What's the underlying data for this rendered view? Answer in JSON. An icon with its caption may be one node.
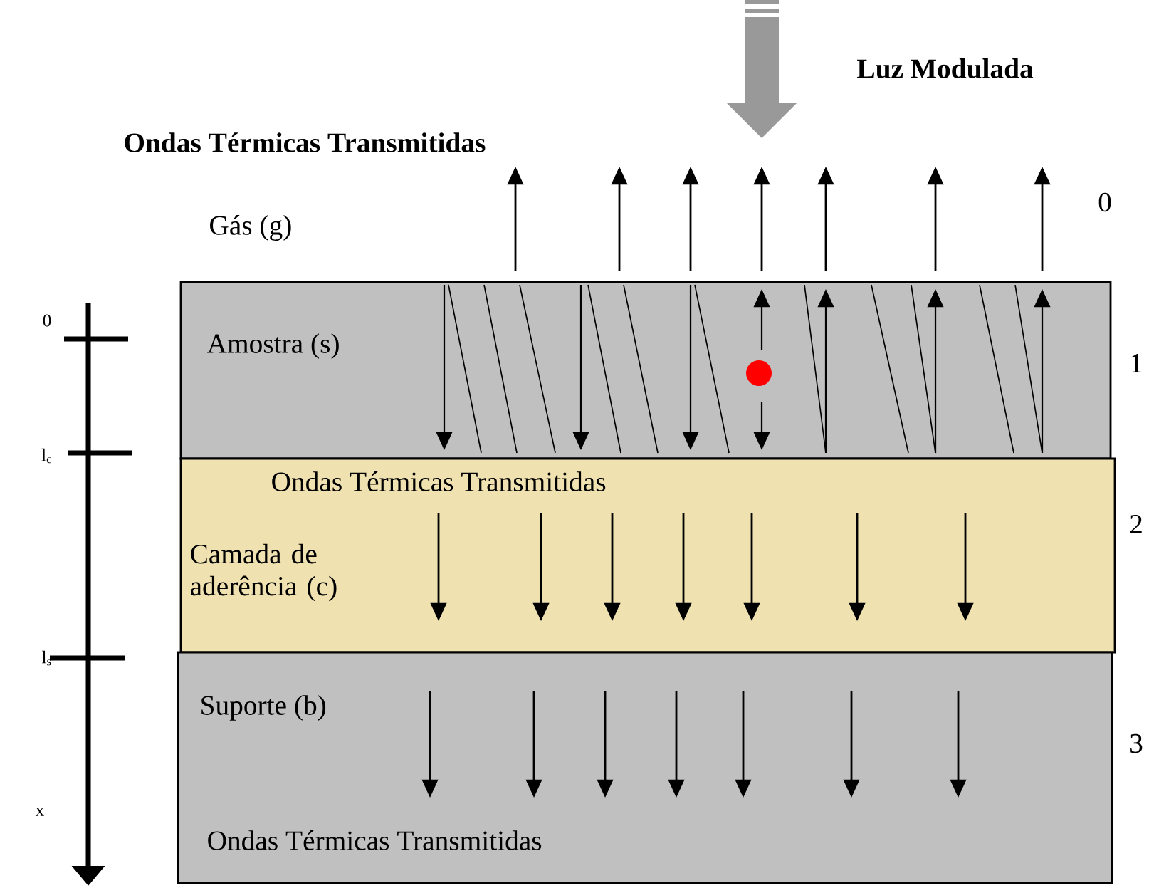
{
  "diagram": {
    "nodes": [
      {
        "text": [
          "Amostra (s)"
        ]
      },
      {
        "text": [
          "Ondas Térmicas Transmitidas",
          "Camada de aderência (c)"
        ]
      },
      {
        "text": [
          "Suporte (b)",
          "Ondas Térmicas Transmitidas"
        ]
      }
    ],
    "labels": [
      "Luz Modulada",
      "Ondas Térmicas Transmitidas",
      "Gás (g)",
      "0",
      "0",
      "1",
      "l$_{c}$",
      "2",
      "l$_{s}$",
      "3",
      "x"
    ]
  }
}
